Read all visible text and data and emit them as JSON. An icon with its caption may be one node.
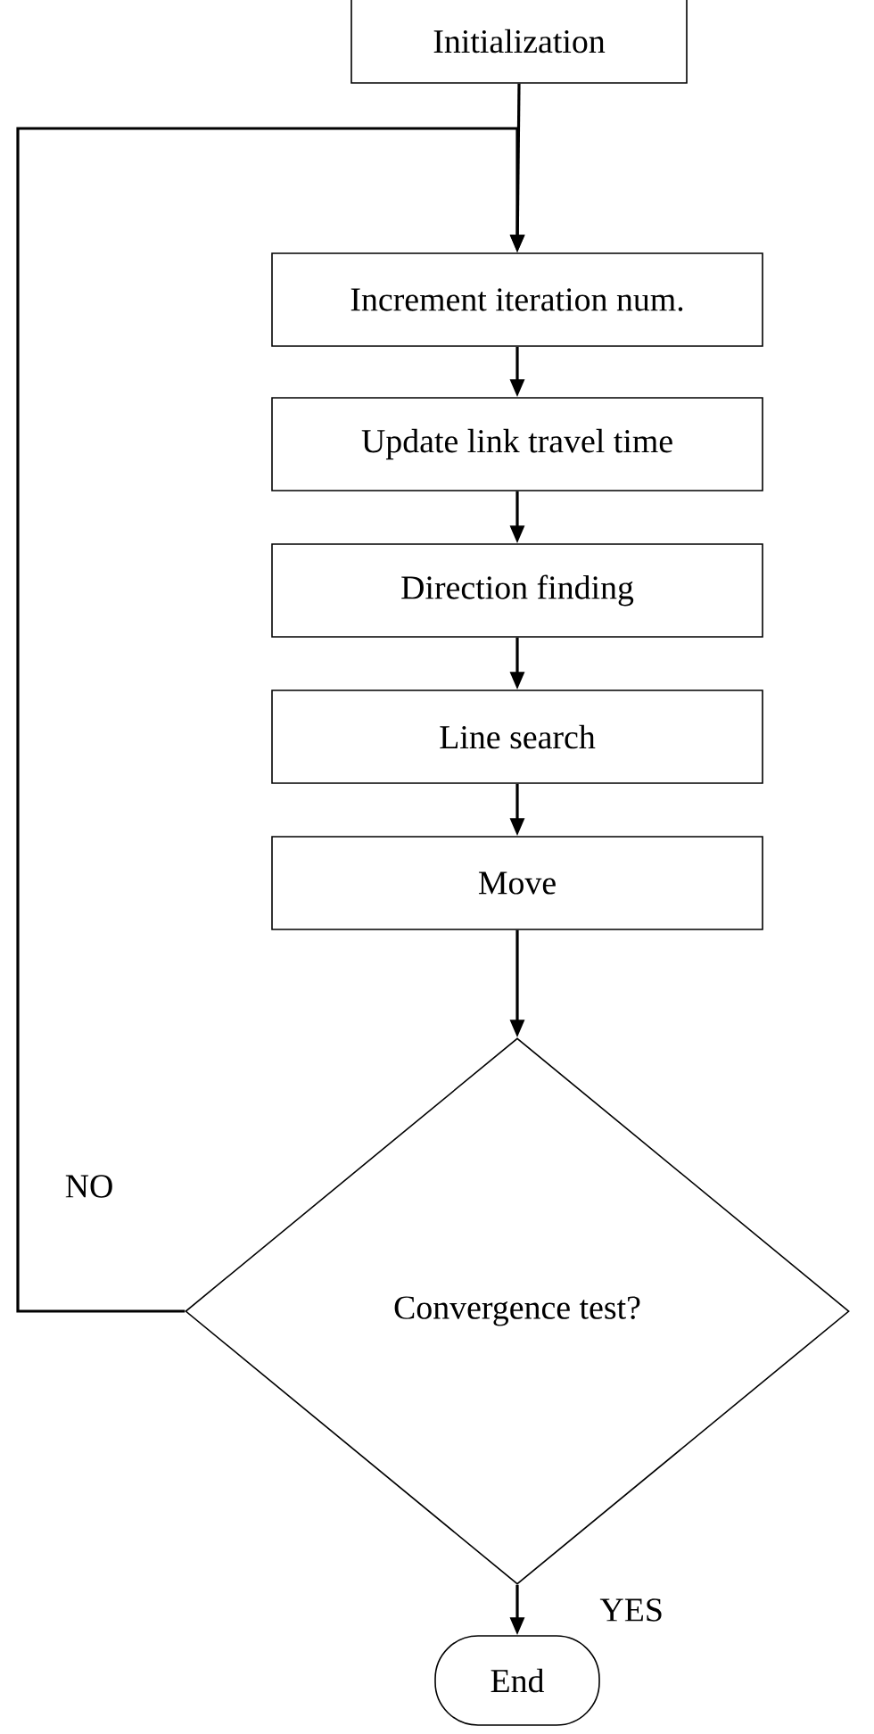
{
  "diagram": {
    "nodes": [
      {
        "text": [
          "Initialization"
        ]
      },
      {
        "text": [
          "Increment iteration num."
        ]
      },
      {
        "text": [
          "Update link travel time"
        ]
      },
      {
        "text": [
          "Direction finding"
        ]
      },
      {
        "text": [
          "Line search"
        ]
      },
      {
        "text": [
          "Move"
        ]
      },
      {
        "text": [
          "Convergence test?"
        ]
      },
      {
        "text": [
          "End"
        ]
      }
    ],
    "edges": [
      {
        "from": 0,
        "to": 1,
        "arrow": "to"
      },
      {
        "from": 1,
        "to": 2,
        "arrow": "to"
      },
      {
        "from": 2,
        "to": 3,
        "arrow": "to"
      },
      {
        "from": 3,
        "to": 4,
        "arrow": "to"
      },
      {
        "from": 4,
        "to": 5,
        "arrow": "to"
      },
      {
        "from": 5,
        "to": 6,
        "arrow": "to"
      },
      {
        "from": 6,
        "to": 7,
        "arrow": "to",
        "label": "YES"
      },
      {
        "from": 6,
        "to": 1,
        "arrow": "to",
        "label": "NO"
      }
    ]
  }
}
